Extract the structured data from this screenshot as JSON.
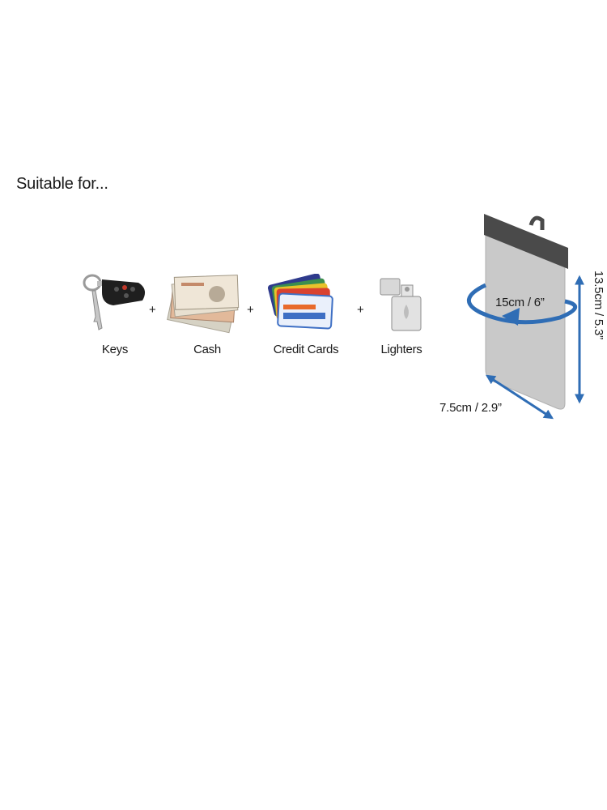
{
  "heading": "Suitable for...",
  "items": [
    {
      "label": "Keys",
      "icon": "car-key-fob-icon"
    },
    {
      "label": "Cash",
      "icon": "banknotes-icon"
    },
    {
      "label": "Credit Cards",
      "icon": "credit-cards-icon"
    },
    {
      "label": "Lighters",
      "icon": "lighter-icon"
    }
  ],
  "separator": "+",
  "pouch": {
    "circumference": "15cm / 6”",
    "height": "13.5cm / 5.3”",
    "width": "7.5cm / 2.9”"
  },
  "colors": {
    "arrow": "#2f6db5",
    "pouch_top": "#4a4a4a",
    "pouch_body": "#c9c9c9"
  }
}
